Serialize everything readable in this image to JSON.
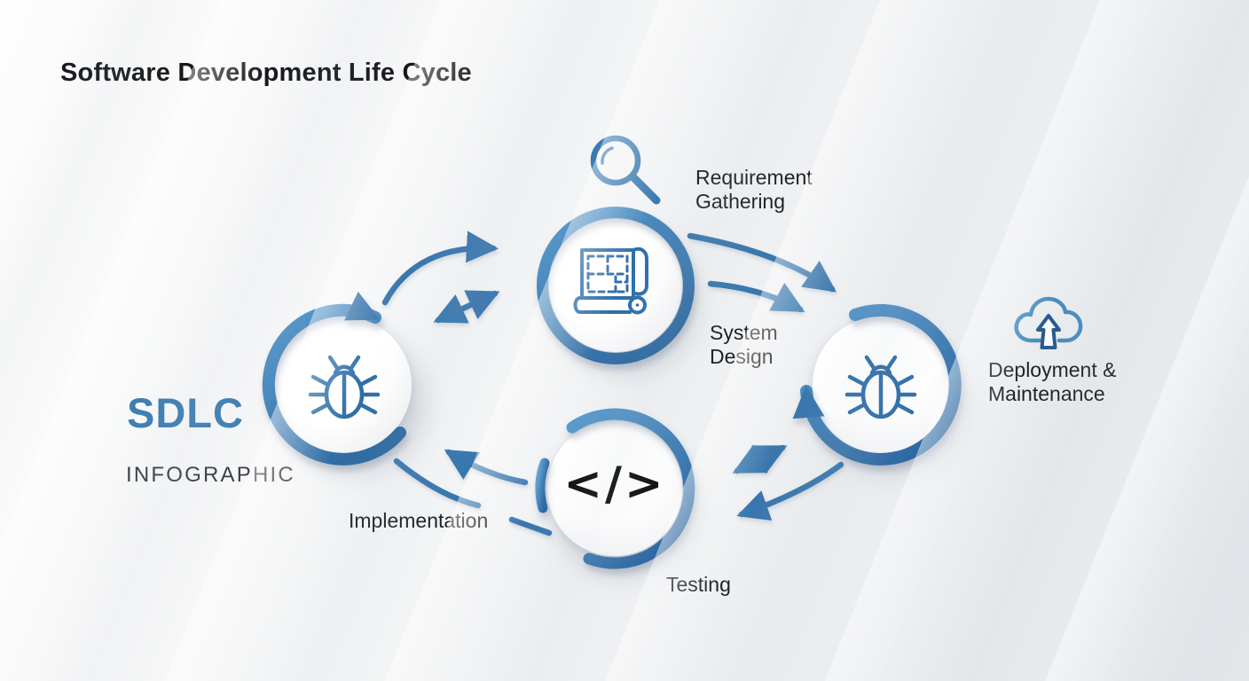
{
  "title": "Software Development Life Cycle",
  "brand": {
    "acronym": "SDLC",
    "tagline": "INFOGRAPHIC"
  },
  "labels": {
    "requirement_gathering": {
      "line1": "Requirement",
      "line2": "Gathering"
    },
    "system_design": {
      "line1": "System",
      "line2": "Design"
    },
    "deployment_maintenance": {
      "line1": "Deployment &",
      "line2": "Maintenance"
    },
    "implementation": "Implementation",
    "testing": "Testing"
  },
  "code_glyph": "</>",
  "nodes": [
    {
      "name": "planning-node",
      "icon": "blueprint-icon"
    },
    {
      "name": "implementation-node",
      "icon": "bug-icon"
    },
    {
      "name": "testing-node",
      "icon": "code-brackets-icon"
    },
    {
      "name": "maintenance-node",
      "icon": "bug-icon"
    }
  ],
  "accent_icons": [
    {
      "name": "magnifying-glass-icon"
    },
    {
      "name": "cloud-upload-icon"
    }
  ],
  "colors": {
    "accent": "#3876ad",
    "accent_light": "#5b9cce",
    "accent_dark": "#2c67a0",
    "icon_stroke": "#2e6ea8",
    "cloud_stroke": "#478bbd",
    "cloud_arrow": "#27598f",
    "title_text": "#15171a",
    "label_text": "#1c1e21",
    "tagline_text": "#393e42",
    "brand_text": "#3d7db3",
    "background_start": "#fdfdfd",
    "background_end": "#e4e7ea"
  }
}
